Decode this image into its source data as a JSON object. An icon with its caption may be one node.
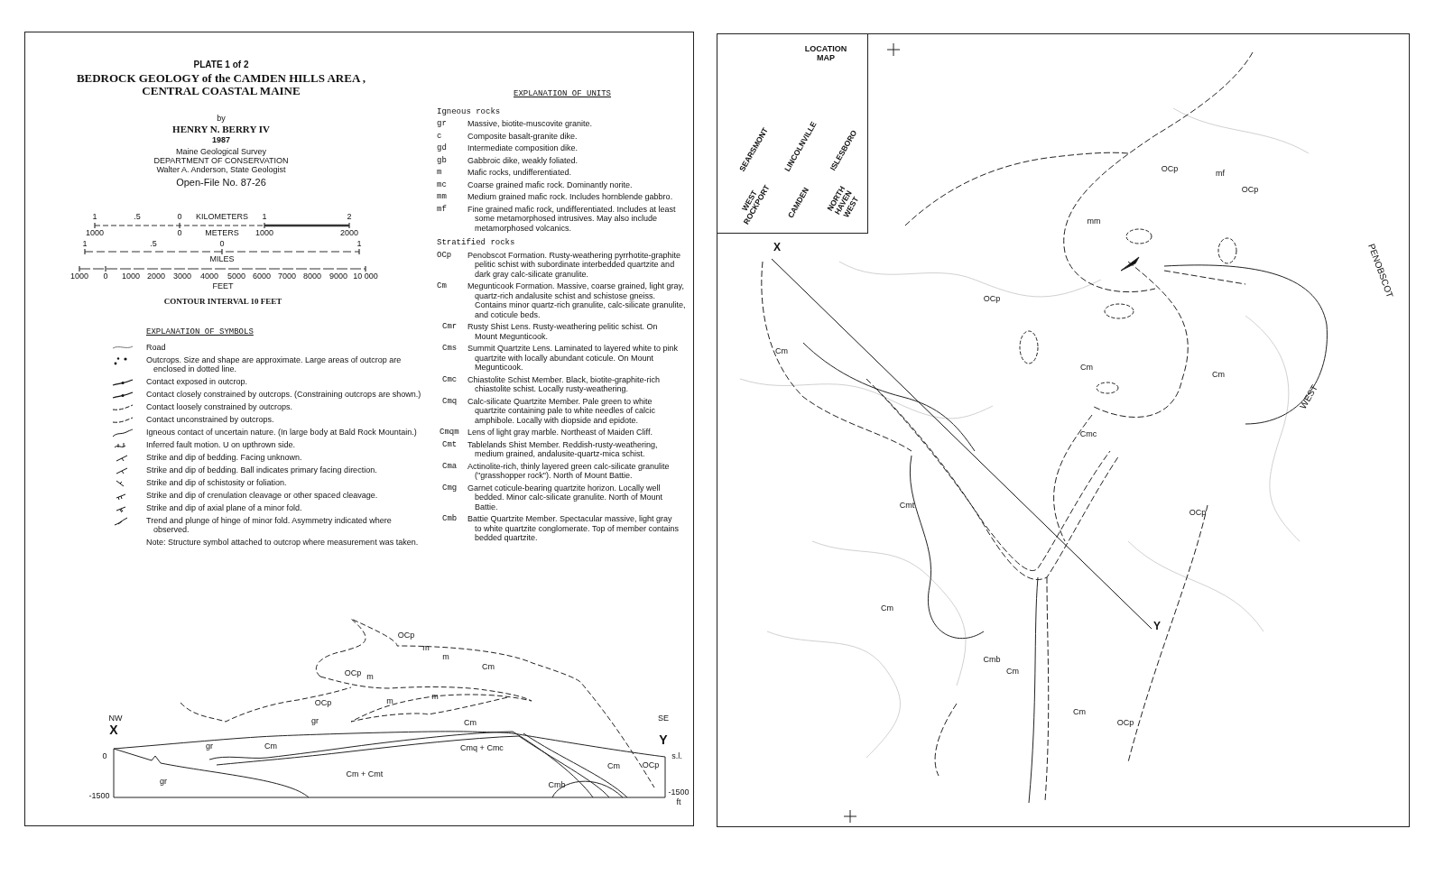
{
  "diagram": {
    "title": "BEDROCK GEOLOGY of the CAMDEN HILLS AREA , CENTRAL COASTAL MAINE",
    "labels": [
      "PLATE 1 of 2",
      "by",
      "HENRY N. BERRY IV",
      "1987",
      "Maine Geological Survey",
      "DEPARTMENT OF CONSERVATION",
      "Walter A. Anderson, State Geologist",
      "Open-File No. 87-26",
      "1",
      ".5",
      "0",
      "KILOMETERS",
      "1",
      "2",
      "1000",
      "0",
      "METERS",
      "1000",
      "2000",
      "1",
      ".5",
      "0",
      "MILES",
      "1",
      "1000",
      "0",
      "1000",
      "2000",
      "3000",
      "4000",
      "5000",
      "6000",
      "7000",
      "8000",
      "9000",
      "10 000",
      "FEET",
      "CONTOUR INTERVAL 10 FEET",
      "EXPLANATION OF UNITS",
      "Igneous rocks",
      "gr",
      "Massive, biotite-muscovite granite.",
      "c",
      "Composite basalt-granite dike.",
      "gd",
      "Intermediate composition dike.",
      "gb",
      "Gabbroic dike, weakly foliated.",
      "m",
      "Mafic rocks, undifferentiated.",
      "mc",
      "Coarse grained mafic rock. Dominantly norite.",
      "mm",
      "Medium grained mafic rock. Includes hornblende gabbro.",
      "mf",
      "Fine grained mafic rock, undifferentiated. Includes at least some metamorphosed intrusives. May also include metamorphosed volcanics.",
      "Stratified rocks",
      "OCp",
      "Penobscot Formation. Rusty-weathering pyrrhotite-graphite pelitic schist with subordinate interbedded quartzite and dark gray calc-silicate granulite.",
      "Cm",
      "Megunticook Formation. Massive, coarse grained, light gray, quartz-rich andalusite schist and schistose gneiss. Contains minor quartz-rich granulite, calc-silicate granulite, and coticule beds.",
      "Cmr",
      "Rusty Shist Lens. Rusty-weathering pelitic schist. On Mount Megunticook.",
      "Cms",
      "Summit Quartzite Lens. Laminated to layered white to pink quartzite with locally abundant coticule. On Mount Megunticook.",
      "Cmc",
      "Chiastolite Schist Member. Black, biotite-graphite-rich chiastolite schist. Locally rusty-weathering.",
      "Cmq",
      "Calc-silicate Quartzite Member. Pale green to white quartzite containing pale to white needles of calcic amphibole. Locally with diopside and epidote.",
      "Cmqm",
      "Lens of light gray marble. Northeast of Maiden Cliff.",
      "Cmt",
      "Tablelands Shist Member. Reddish-rusty-weathering, medium grained, andalusite-quartz-mica schist.",
      "Cma",
      "Actinolite-rich, thinly layered green calc-silicate granulite (\"grasshopper rock\"). North of Mount Battie.",
      "Cmg",
      "Garnet coticule-bearing quartzite horizon. Locally well bedded. Minor calc-silicate granulite. North of Mount Battie.",
      "Cmb",
      "Battie Quartzite Member. Spectacular massive, light gray to white quartzite conglomerate. Top of member contains bedded quartzite.",
      "EXPLANATION OF SYMBOLS",
      "Note: Structure symbol attached to outcrop where measurement was taken.",
      "NW",
      "X",
      "SE",
      "Y",
      "0",
      "-1500",
      "s.l.",
      "-1500",
      "ft",
      "OCp",
      "m",
      "m",
      "OCp",
      "m",
      "Cm",
      "OCp",
      "m",
      "m",
      "gr",
      "Cm",
      "gr",
      "Cm",
      "Cmq + Cmc",
      "Cm",
      "OCp",
      "gr",
      "Cm + Cmt",
      "Cmb",
      "LOCATION MAP",
      "SEARSMONT",
      "LINCOLNVILLE",
      "ISLESBORO",
      "WEST ROCKPORT",
      "CAMDEN",
      "NORTH HAVEN WEST",
      "X",
      "Y",
      "OCp",
      "mf",
      "OCp",
      "mm",
      "OCp",
      "Cm",
      "Cm",
      "Cm",
      "Cmc",
      "Cmt",
      "Cm",
      "OCp",
      "Cm",
      "Cmb",
      "Cm",
      "OCp",
      "PENOBSCOT",
      "WEST"
    ],
    "legend": [
      {
        "text": "Road"
      },
      {
        "text": "Outcrops. Size and shape are approximate. Large areas of outcrop are enclosed in dotted line."
      },
      {
        "text": "Contact exposed in outcrop."
      },
      {
        "text": "Contact closely constrained by outcrops. (Constraining outcrops are shown.)"
      },
      {
        "text": "Contact loosely constrained by outcrops."
      },
      {
        "text": "Contact unconstrained by outcrops."
      },
      {
        "text": "Igneous contact of uncertain nature. (In large body at Bald Rock Mountain.)"
      },
      {
        "text": "Inferred fault motion. U on upthrown side."
      },
      {
        "text": "Strike and dip of bedding. Facing unknown."
      },
      {
        "text": "Strike and dip of bedding. Ball indicates primary facing direction."
      },
      {
        "text": "Strike and dip of schistosity or foliation."
      },
      {
        "text": "Strike and dip of crenulation cleavage or other spaced cleavage."
      },
      {
        "text": "Strike and dip of axial plane of a minor fold."
      },
      {
        "text": "Trend and plunge of hinge of minor fold. Asymmetry indicated where observed."
      }
    ]
  }
}
